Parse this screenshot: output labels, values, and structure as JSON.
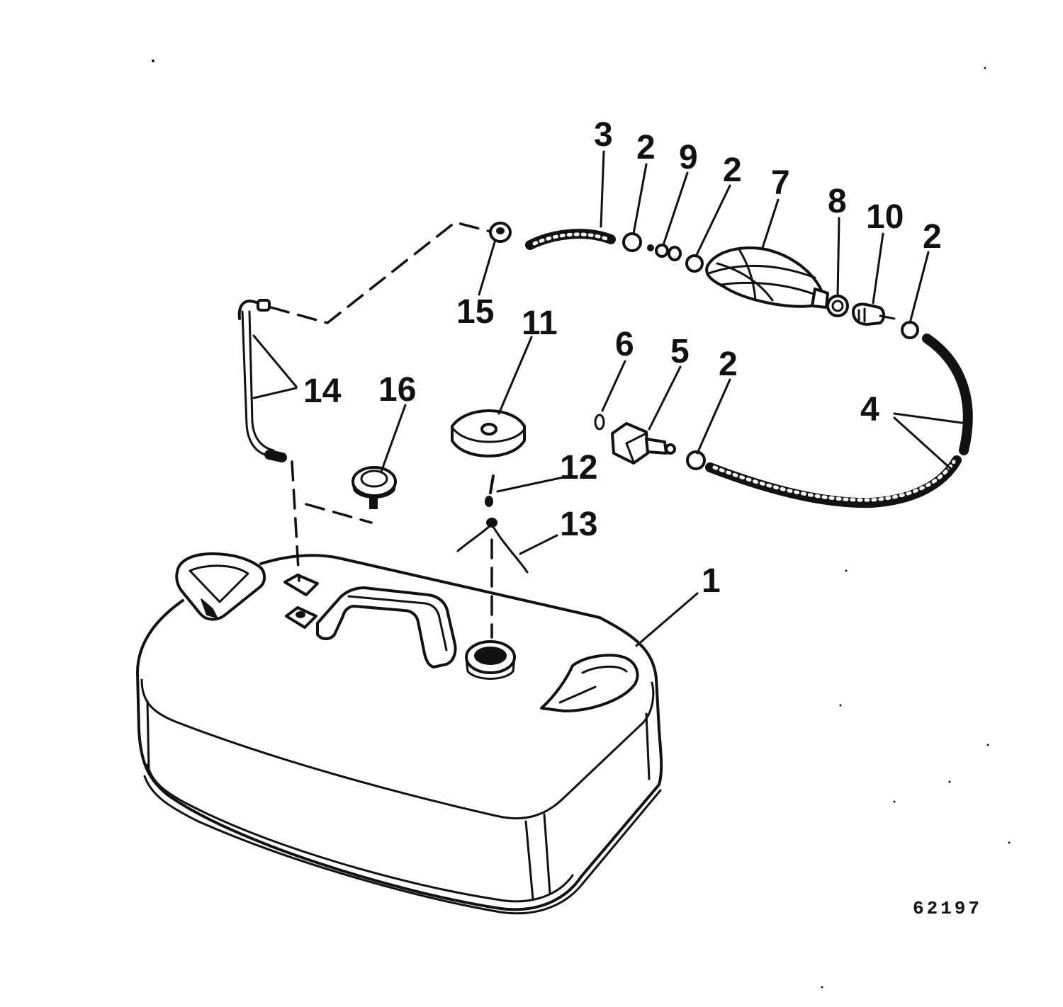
{
  "callouts": {
    "c1": "1",
    "c2a": "2",
    "c2b": "2",
    "c2c": "2",
    "c2d": "2",
    "c3": "3",
    "c4": "4",
    "c5": "5",
    "c6": "6",
    "c7": "7",
    "c8": "8",
    "c9": "9",
    "c10": "10",
    "c11": "11",
    "c12": "12",
    "c13": "13",
    "c14": "14",
    "c15": "15",
    "c16": "16"
  },
  "figure_number": "62197"
}
